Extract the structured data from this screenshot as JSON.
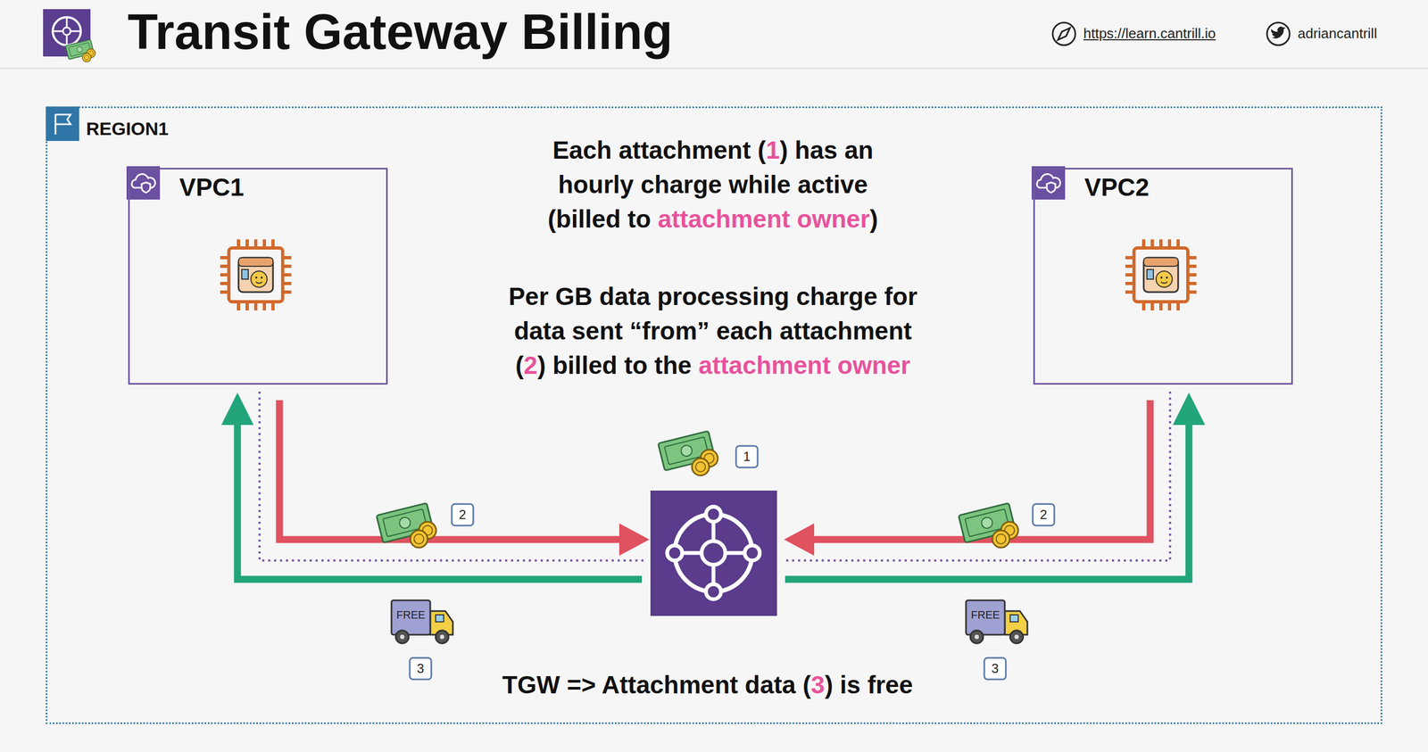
{
  "diagram": {
    "title": "Transit Gateway Billing",
    "nodes": [
      {
        "text": [
          "REGION1"
        ]
      },
      {
        "text": [
          "VPC1"
        ],
        "in": 0
      },
      {
        "text": [
          "VPC2"
        ],
        "in": 0
      }
    ],
    "labels": [
      "https://learn.cantrill.io",
      "adriancantrill",
      "Each attachment (",
      "1",
      ") has an hourly charge while active (billed to ",
      "attachment owner",
      ")",
      "Per GB data processing charge for data sent “from” each attachment (",
      "2",
      ") billed to the ",
      "attachment owner",
      "1",
      "2",
      "2",
      "FREE",
      "FREE",
      "3",
      "3",
      "TGW => Attachment data (",
      "3",
      ") is free"
    ]
  }
}
